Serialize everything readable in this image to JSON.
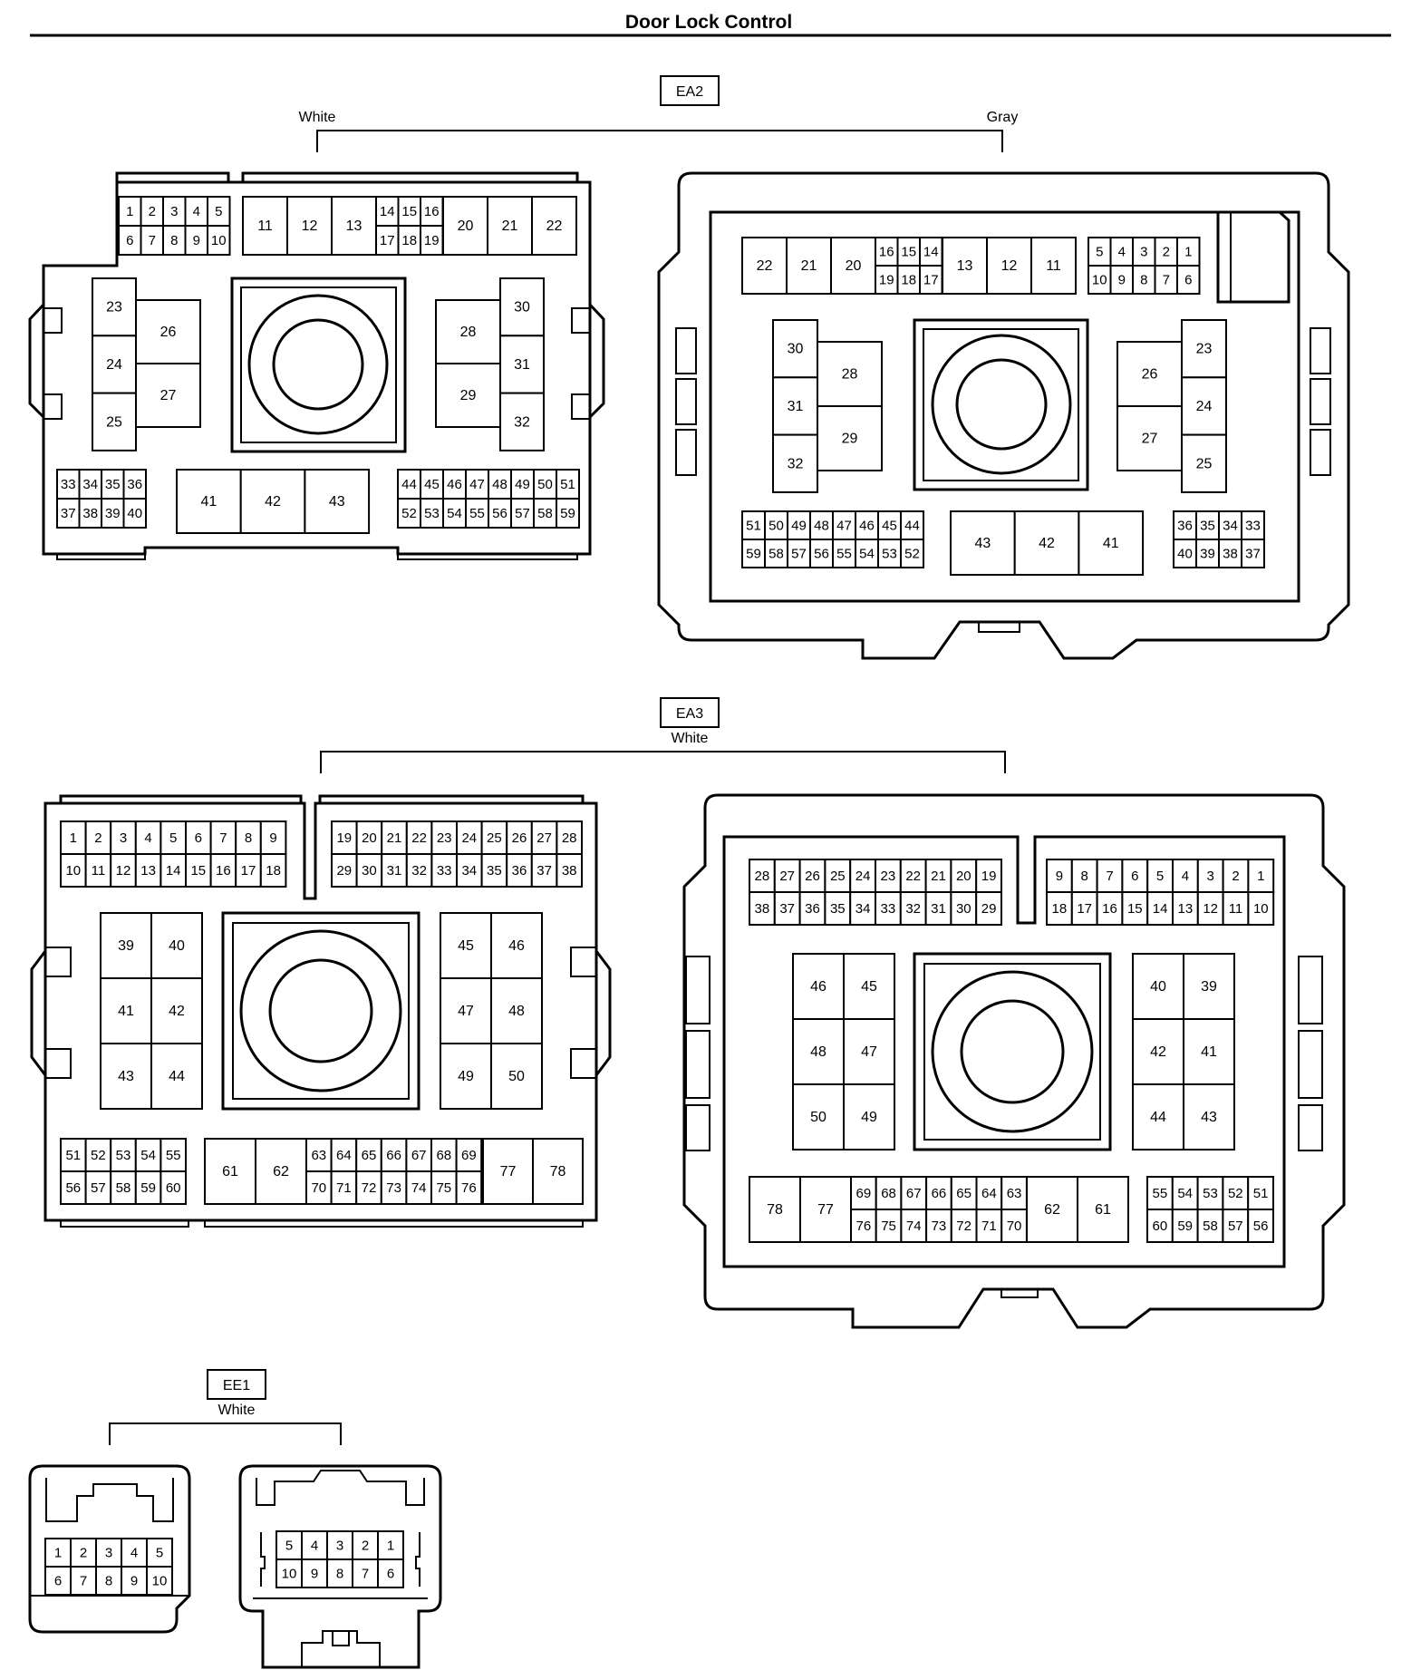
{
  "title": "Door Lock Control",
  "connectors": [
    {
      "id": "EA2",
      "tag": "EA2",
      "colors": [
        "White",
        "Gray"
      ]
    },
    {
      "id": "EA3",
      "tag": "EA3",
      "colors": [
        "White"
      ]
    },
    {
      "id": "EE1",
      "tag": "EE1",
      "colors": [
        "White"
      ]
    }
  ],
  "icons": {
    "connector-hub": "double-circle"
  }
}
